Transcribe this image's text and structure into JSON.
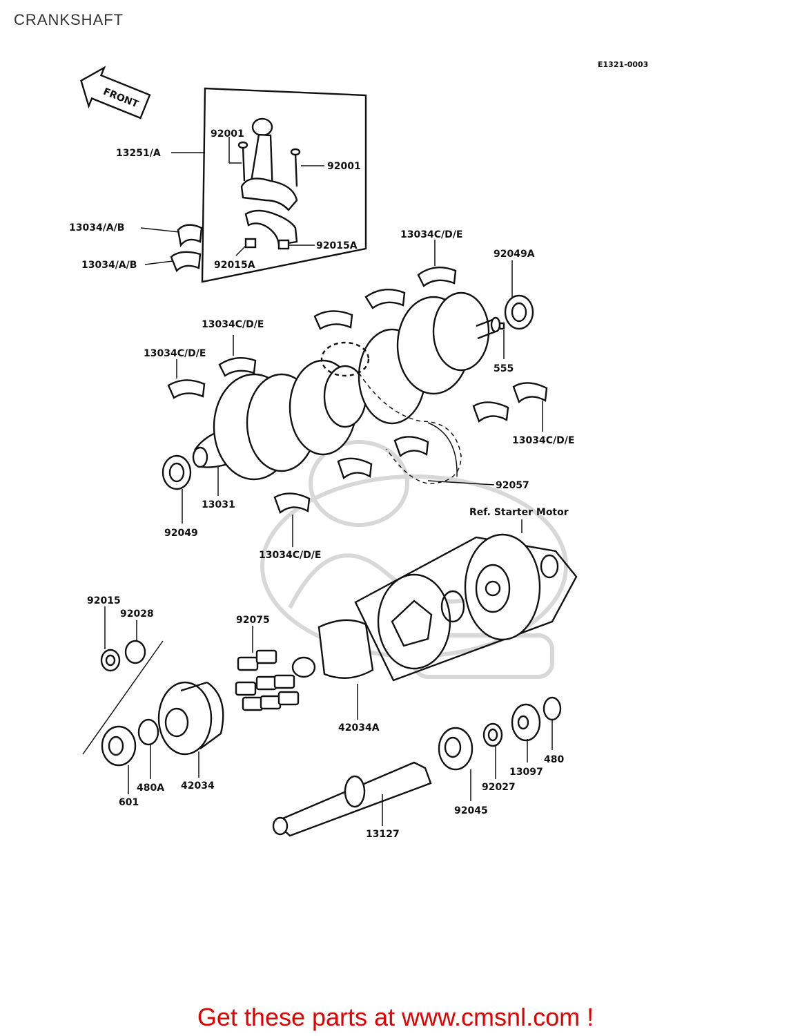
{
  "page": {
    "title": "CRANKSHAFT"
  },
  "diagram": {
    "code": "E1321-0003",
    "front_arrow": "FRONT",
    "labels": [
      "13251/A",
      "92001",
      "92001",
      "13034/A/B",
      "13034/A/B",
      "92015A",
      "92015A",
      "13034C/D/E",
      "92049A",
      "13034C/D/E",
      "13034C/D/E",
      "555",
      "13034C/D/E",
      "92049",
      "13031",
      "92057",
      "13034C/D/E",
      "Ref. Starter Motor",
      "92015",
      "92028",
      "92075",
      "42034A",
      "601",
      "480A",
      "42034",
      "92027",
      "13097",
      "480",
      "92045",
      "13127"
    ]
  },
  "cta": {
    "text": "Get these parts at www.cmsnl.com !"
  },
  "colors": {
    "cta": "#e00000",
    "ink": "#111111",
    "watermark": "#d8d8d8"
  }
}
